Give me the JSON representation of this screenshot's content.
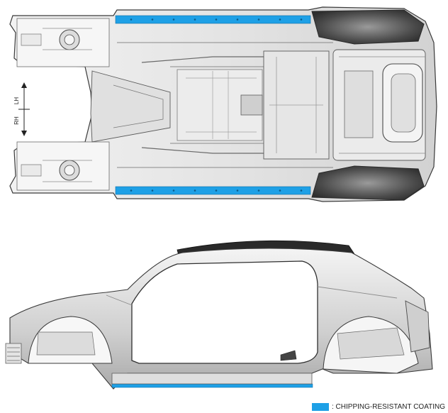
{
  "direction_indicator": {
    "top_label": "LH",
    "bottom_label": "RH"
  },
  "legend": {
    "label": ": CHIPPING-RESISTANT COATING",
    "swatch_color": "#1ea0e6"
  },
  "colors": {
    "coating": "#1ea0e6",
    "body_outline": "#3a3a3a",
    "body_fill": "#e9e9e9",
    "body_shade": "#bdbdbd",
    "roof_dark": "#2a2a2a"
  }
}
